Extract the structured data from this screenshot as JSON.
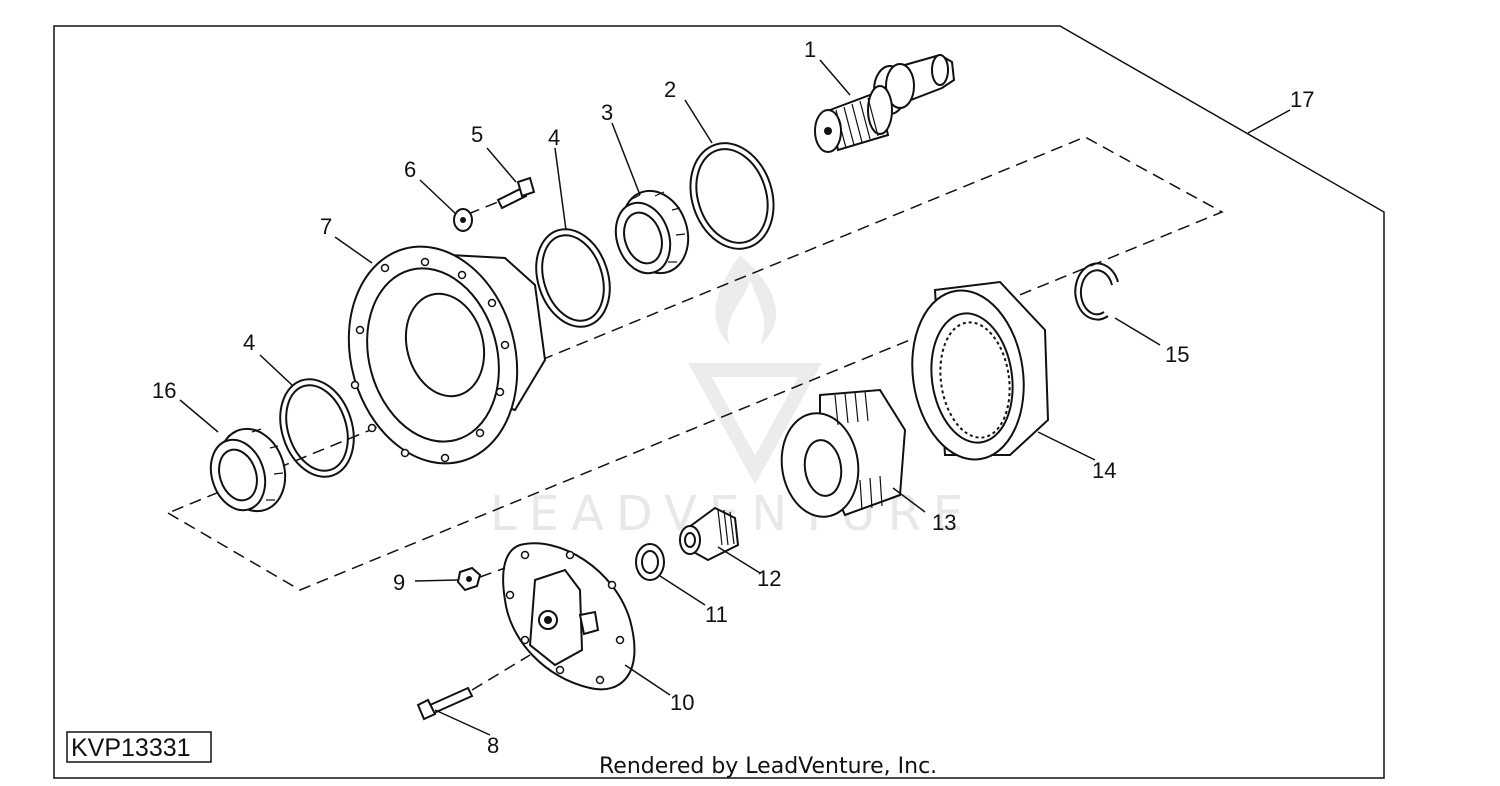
{
  "diagram_code": "KVP13331",
  "footer_credit": "Rendered by LeadVenture, Inc.",
  "watermark_text": "LEADVENTURE",
  "callouts": [
    {
      "id": "1",
      "text": "1"
    },
    {
      "id": "2",
      "text": "2"
    },
    {
      "id": "3",
      "text": "3"
    },
    {
      "id": "4a",
      "text": "4"
    },
    {
      "id": "4b",
      "text": "4"
    },
    {
      "id": "5",
      "text": "5"
    },
    {
      "id": "6",
      "text": "6"
    },
    {
      "id": "7",
      "text": "7"
    },
    {
      "id": "8",
      "text": "8"
    },
    {
      "id": "9",
      "text": "9"
    },
    {
      "id": "10",
      "text": "10"
    },
    {
      "id": "11",
      "text": "11"
    },
    {
      "id": "12",
      "text": "12"
    },
    {
      "id": "13",
      "text": "13"
    },
    {
      "id": "14",
      "text": "14"
    },
    {
      "id": "15",
      "text": "15"
    },
    {
      "id": "16",
      "text": "16"
    },
    {
      "id": "17",
      "text": "17"
    }
  ]
}
